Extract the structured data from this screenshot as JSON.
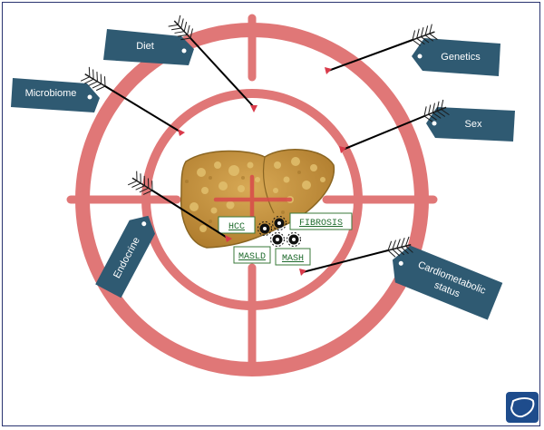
{
  "tags": {
    "diet": "Diet",
    "genetics": "Genetics",
    "microbiome": "Microbiome",
    "sex": "Sex",
    "endocrine": "Endocrine",
    "cardiometabolic_line1": "Cardiometabolic",
    "cardiometabolic_line2": "status"
  },
  "conditions": {
    "hcc": "HCC",
    "fibrosis": "FIBROSIS",
    "masld": "MASLD",
    "mash": "MASH"
  },
  "colors": {
    "target_red": "#e07777",
    "tag_fill": "#2f5a72",
    "arrow": "#000000",
    "liver": "#c9953f",
    "box_border": "#3a7a3a",
    "frame_border": "#2a3470",
    "logo_blue": "#1e4c8c"
  },
  "icons": [
    "arrow-icon",
    "bullet-hole-icon",
    "liver-icon",
    "liver-logo-icon"
  ]
}
